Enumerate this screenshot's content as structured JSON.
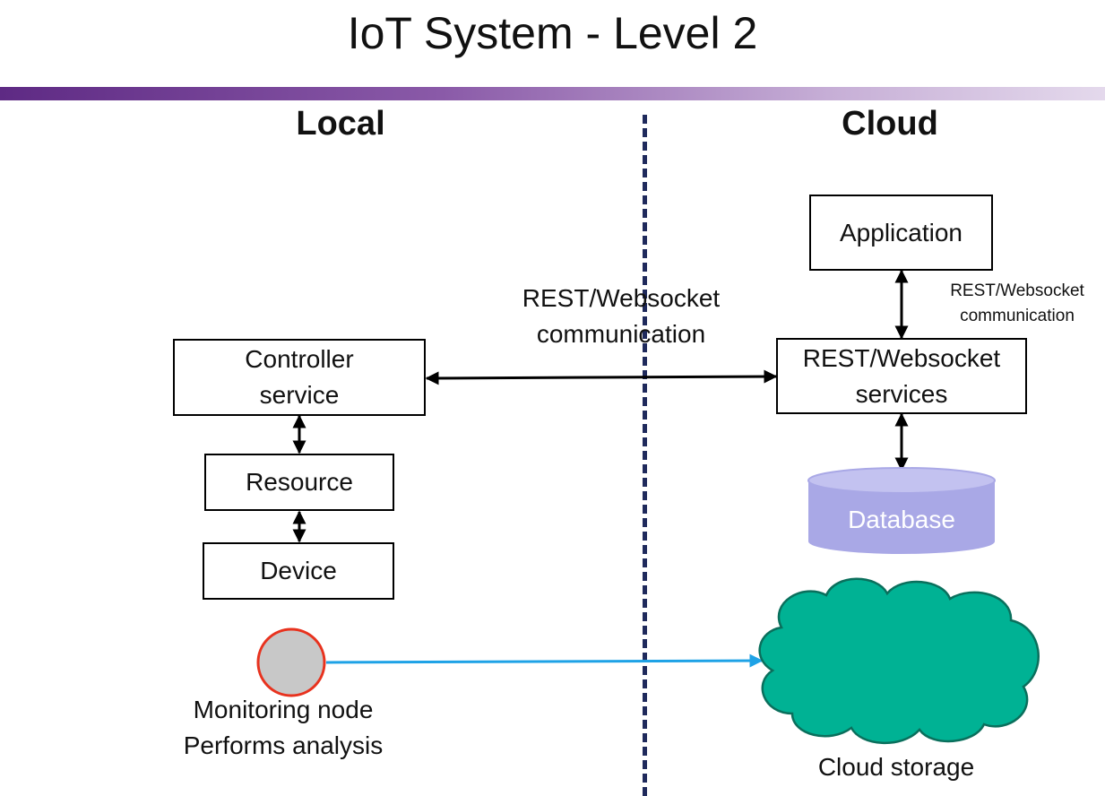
{
  "title": "IoT System - Level 2",
  "sections": {
    "local": "Local",
    "cloud": "Cloud"
  },
  "local": {
    "controller": [
      "Controller",
      "service"
    ],
    "resource": "Resource",
    "device": "Device",
    "monitoring": [
      "Monitoring node",
      "Performs analysis"
    ]
  },
  "communication_label": [
    "REST/Websocket",
    "communication"
  ],
  "cloud": {
    "application": "Application",
    "services": [
      "REST/Websocket",
      "services"
    ],
    "app_link_label": [
      "REST/Websocket",
      "communication"
    ],
    "database": "Database",
    "storage": "Cloud storage"
  },
  "colors": {
    "title_bar": "#5e2a84",
    "divider": "#1f2a5c",
    "database": "#a9a8e6",
    "cloud": "#00b294",
    "monitoring_fill": "#c8c8c8",
    "monitoring_border": "#e8321e",
    "data_link": "#1ea2e6"
  }
}
